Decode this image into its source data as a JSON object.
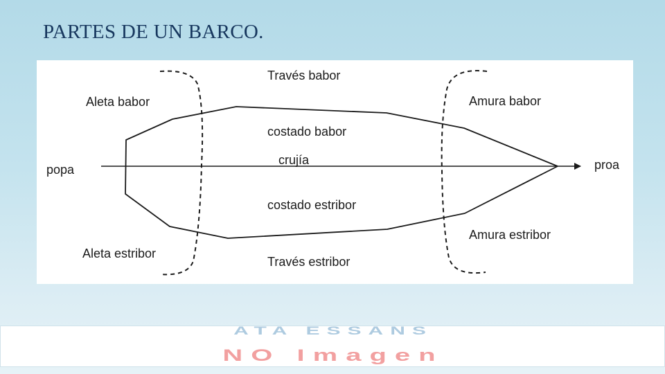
{
  "slide": {
    "title": "PARTES DE UN BARCO."
  },
  "diagram": {
    "labels": {
      "traves_babor": "Través babor",
      "aleta_babor": "Aleta babor",
      "amura_babor": "Amura babor",
      "costado_babor": "costado babor",
      "crujia": "crujía",
      "popa": "popa",
      "proa": "proa",
      "costado_estribor": "costado estribor",
      "amura_estribor": "Amura estribor",
      "aleta_estribor": "Aleta estribor",
      "traves_estribor": "Través estribor"
    }
  },
  "watermark": {
    "top_text": "ATA ESSANS",
    "bottom_text": "NO Imagen"
  },
  "colors": {
    "line": "#1a1a1a",
    "title": "#17375e"
  }
}
